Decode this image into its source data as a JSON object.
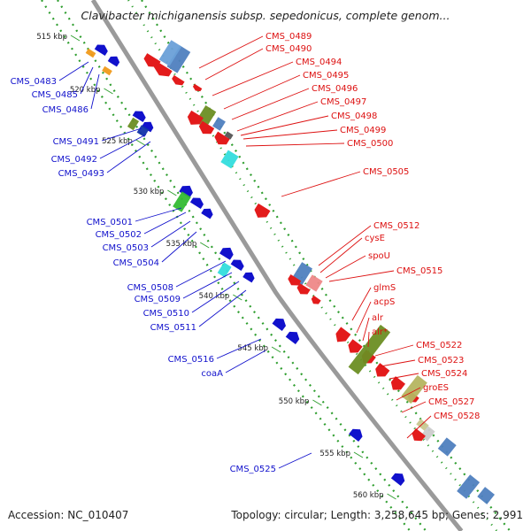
{
  "title": "Clavibacter michiganensis subsp. sepedonicus, complete genom...",
  "footer": {
    "accession": "Accession: NC_010407",
    "summary": "Topology: circular; Length: 3,258,645 bp; Genes: 2,991"
  },
  "colors": {
    "backbone": "#9a9a9a",
    "dotted_track": "#2f9e2f",
    "forward_label": "#dd1111",
    "reverse_label": "#1111cc"
  },
  "scale_labels": [
    "515 kbp",
    "520 kbp",
    "525 kbp",
    "530 kbp",
    "535 kbp",
    "540 kbp",
    "545 kbp",
    "550 kbp",
    "555 kbp",
    "560 kbp"
  ],
  "forward_labels": [
    "CMS_0489",
    "CMS_0490",
    "CMS_0494",
    "CMS_0495",
    "CMS_0496",
    "CMS_0497",
    "CMS_0498",
    "CMS_0499",
    "CMS_0500",
    "CMS_0505",
    "CMS_0512",
    "cysE",
    "spoU",
    "CMS_0515",
    "glmS",
    "acpS",
    "alr",
    "alr*",
    "CMS_0522",
    "CMS_0523",
    "CMS_0524",
    "groES",
    "CMS_0527",
    "CMS_0528"
  ],
  "reverse_labels": [
    "CMS_0483",
    "CMS_0485",
    "CMS_0486",
    "CMS_0491",
    "CMS_0492",
    "CMS_0493",
    "CMS_0501",
    "CMS_0502",
    "CMS_0503",
    "CMS_0504",
    "CMS_0508",
    "CMS_0509",
    "CMS_0510",
    "CMS_0511",
    "CMS_0516",
    "coaA",
    "CMS_0525"
  ]
}
